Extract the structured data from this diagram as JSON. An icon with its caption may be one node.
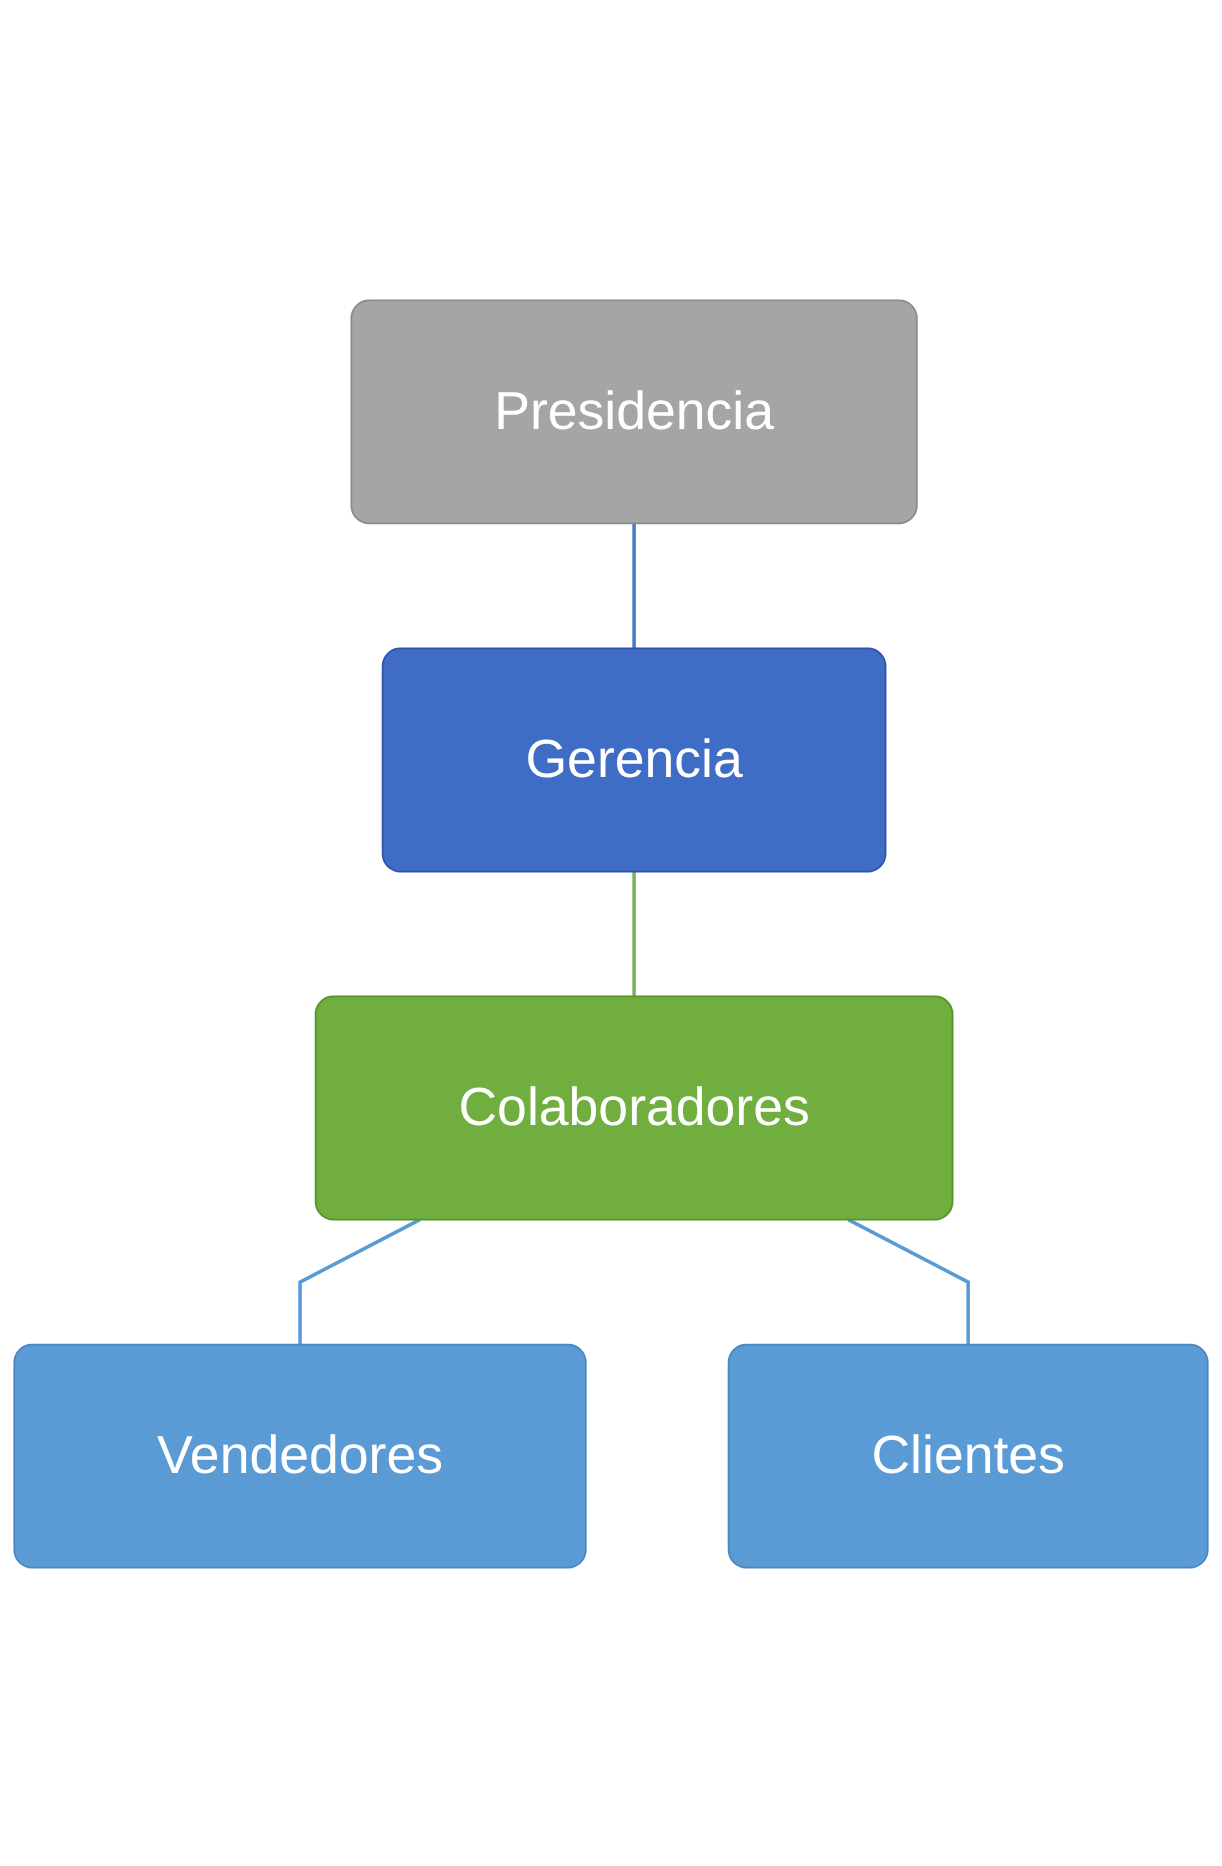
{
  "diagram": {
    "nodes": [
      {
        "text": [
          "Presidencia"
        ]
      },
      {
        "text": [
          "Gerencia"
        ]
      },
      {
        "text": [
          "Colaboradores"
        ]
      },
      {
        "text": [
          "Vendedores"
        ]
      },
      {
        "text": [
          "Clientes"
        ]
      }
    ],
    "edges": [
      {
        "from": 0,
        "to": 1,
        "arrow": "none",
        "color": "#4a7cc7"
      },
      {
        "from": 1,
        "to": 2,
        "arrow": "none",
        "color": "#7ab55c"
      },
      {
        "from": 2,
        "to": 3,
        "arrow": "none"
      },
      {
        "from": 2,
        "to": 4,
        "arrow": "none"
      }
    ]
  }
}
